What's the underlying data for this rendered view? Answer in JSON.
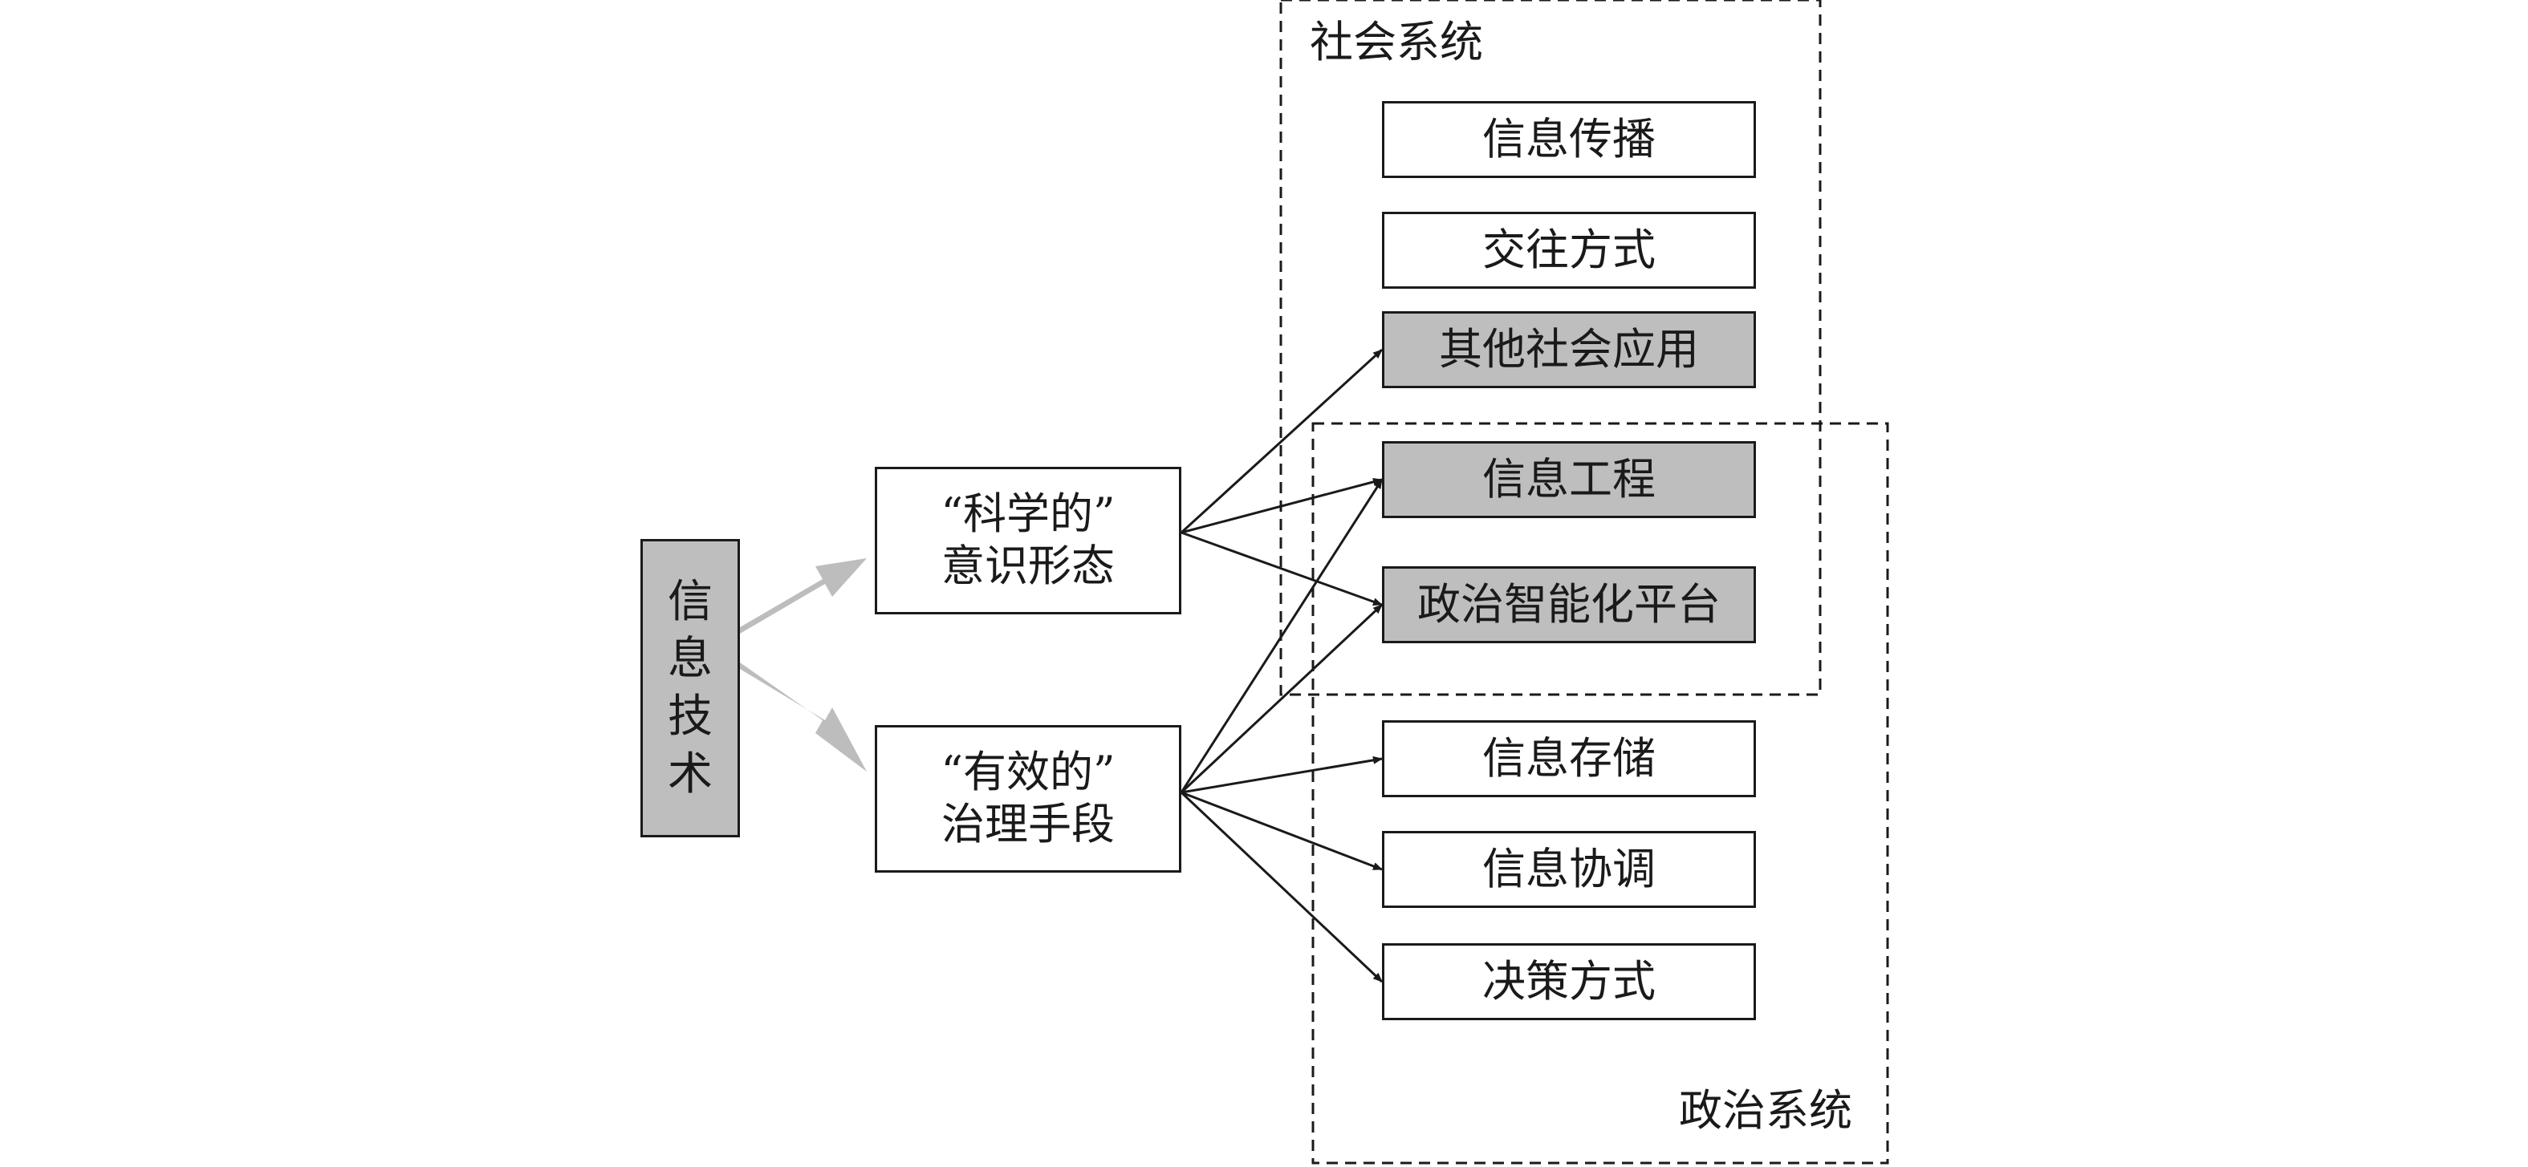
{
  "diagram": {
    "source": [
      "信",
      "息",
      "技",
      "术"
    ],
    "middle": {
      "ideology": "“科学的”\n意识形态",
      "governance": "“有效的”\n治理手段"
    },
    "groups": {
      "social": "社会系统",
      "political": "政治系统"
    },
    "targets": [
      {
        "label": "信息传播",
        "highlight": false
      },
      {
        "label": "交往方式",
        "highlight": false
      },
      {
        "label": "其他社会应用",
        "highlight": true
      },
      {
        "label": "信息工程",
        "highlight": true
      },
      {
        "label": "政治智能化平台",
        "highlight": true
      },
      {
        "label": "信息存储",
        "highlight": false
      },
      {
        "label": "信息协调",
        "highlight": false
      },
      {
        "label": "决策方式",
        "highlight": false
      }
    ],
    "edges": [
      {
        "from": "ideology",
        "to": 2
      },
      {
        "from": "ideology",
        "to": 3
      },
      {
        "from": "ideology",
        "to": 4
      },
      {
        "from": "governance",
        "to": 3
      },
      {
        "from": "governance",
        "to": 4
      },
      {
        "from": "governance",
        "to": 5
      },
      {
        "from": "governance",
        "to": 6
      },
      {
        "from": "governance",
        "to": 7
      }
    ],
    "colors": {
      "highlight": "#bebebe",
      "thick_arrow": "#bdbdbd",
      "line": "#1a1a1a"
    }
  }
}
